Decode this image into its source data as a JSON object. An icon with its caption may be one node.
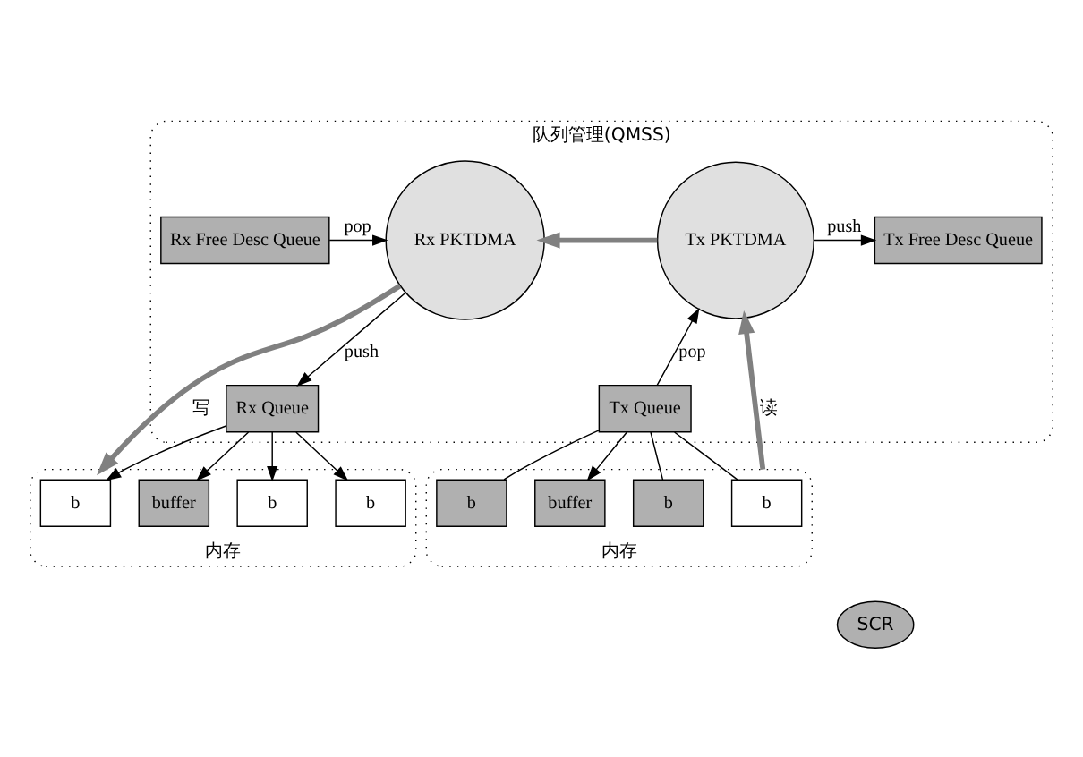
{
  "diagram": {
    "nodes": [
      {
        "text": [
          "队列管理(QMSS)"
        ]
      },
      {
        "text": [
          "Tx Free Desc Queue"
        ],
        "in": 0
      },
      {
        "text": [
          "Tx Queue"
        ],
        "in": 0
      },
      {
        "text": [
          "Tx PKTDMA"
        ],
        "in": 0
      },
      {
        "text": [
          "Rx PKTDMA"
        ],
        "in": 0
      },
      {
        "text": [
          "Rx Free Desc Queue"
        ],
        "in": 0
      },
      {
        "text": [
          "Rx Queue"
        ],
        "in": 0
      },
      {
        "text": [
          "内存"
        ]
      },
      {
        "text": [
          "b"
        ],
        "in": 7
      },
      {
        "text": [
          "b"
        ],
        "in": 7
      },
      {
        "text": [
          "b"
        ],
        "in": 7
      },
      {
        "text": [
          "buffer"
        ],
        "in": 7
      },
      {
        "text": [
          "SCR"
        ]
      },
      {
        "text": [
          "内存"
        ]
      },
      {
        "text": [
          "b"
        ],
        "in": 13
      },
      {
        "text": [
          "b"
        ],
        "in": 13
      },
      {
        "text": [
          "b"
        ],
        "in": 13
      },
      {
        "text": [
          "buffer"
        ],
        "in": 13
      }
    ],
    "edges": [
      {
        "from": 3,
        "to": 1,
        "arrow": "to",
        "label": "push"
      },
      {
        "from": 2,
        "to": 3,
        "arrow": "to",
        "label": "pop"
      },
      {
        "from": 3,
        "to": 4,
        "arrow": "to",
        "style": "thick",
        "color": "#808080"
      },
      {
        "from": 5,
        "to": 4,
        "arrow": "to",
        "label": "pop"
      },
      {
        "from": 4,
        "to": 6,
        "arrow": "to",
        "label": "push"
      },
      {
        "from": 2,
        "to": 8,
        "arrow": "none"
      },
      {
        "from": 2,
        "to": 9,
        "arrow": "none"
      },
      {
        "from": 2,
        "to": 10,
        "arrow": "none"
      },
      {
        "from": 2,
        "to": 11,
        "arrow": "to"
      },
      {
        "from": 6,
        "to": 14,
        "arrow": "to"
      },
      {
        "from": 6,
        "to": 15,
        "arrow": "to"
      },
      {
        "from": 6,
        "to": 16,
        "arrow": "to"
      },
      {
        "from": 6,
        "to": 17,
        "arrow": "to"
      },
      {
        "from": 7,
        "to": 3,
        "arrow": "to",
        "style": "thick",
        "color": "#808080",
        "label": "读"
      },
      {
        "from": 4,
        "to": 13,
        "arrow": "to",
        "style": "thick",
        "color": "#808080",
        "label": "写"
      }
    ]
  }
}
